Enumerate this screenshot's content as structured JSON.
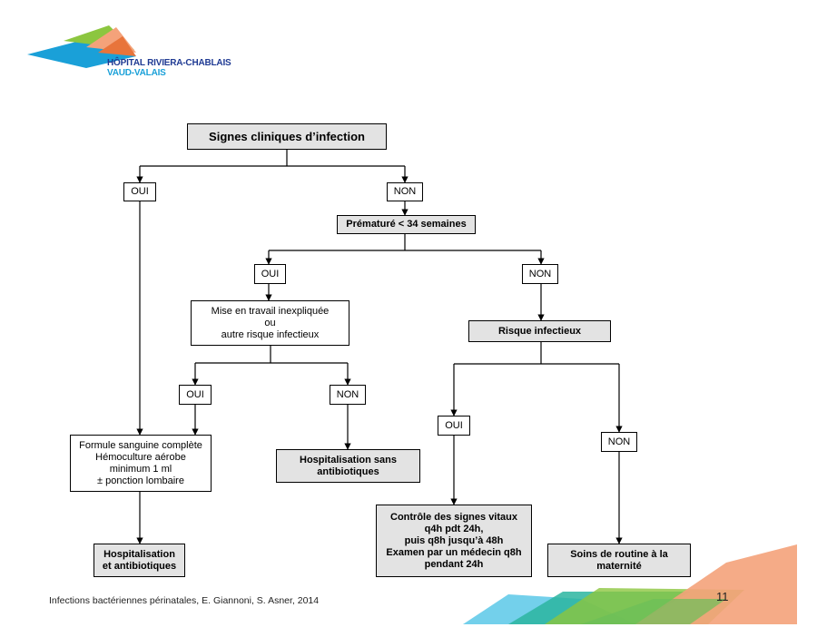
{
  "logo": {
    "name_line1": "HÔPITAL RIVIERA-CHABLAIS",
    "name_line2": "VAUD-VALAIS"
  },
  "flowchart": {
    "root": "Signes cliniques d’infection",
    "root_yes": "OUI",
    "root_no": "NON",
    "premature": "Prématuré < 34 semaines",
    "premature_yes": "OUI",
    "premature_no": "NON",
    "labor": "Mise en travail inexpliquée\nou\nautre risque infectieux",
    "labor_yes": "OUI",
    "labor_no": "NON",
    "workup": "Formule sanguine complète\nHémoculture aérobe\nminimum 1 ml\n± ponction lombaire",
    "hosp_antibiotics": "Hospitalisation\net antibiotiques",
    "hosp_no_antibiotics": "Hospitalisation sans\nantibiotiques",
    "risk": "Risque infectieux",
    "risk_yes": "OUI",
    "risk_no": "NON",
    "monitoring": "Contrôle des signes vitaux\nq4h pdt 24h,\npuis q8h jusqu’à 48h\nExamen par un médecin q8h\npendant 24h",
    "routine": "Soins de routine à la\nmaternité"
  },
  "footer": {
    "citation": "Infections bactériennes périnatales, E. Giannoni, S. Asner, 2014",
    "page_number": "11"
  },
  "colors": {
    "box_fill_grey": "#e3e3e3",
    "logo_blue": "#1f3a93",
    "logo_cyan": "#1aa0d8",
    "accent_orange": "#f4a27a",
    "accent_green": "#8cc63f",
    "accent_teal": "#2bb5a0"
  }
}
